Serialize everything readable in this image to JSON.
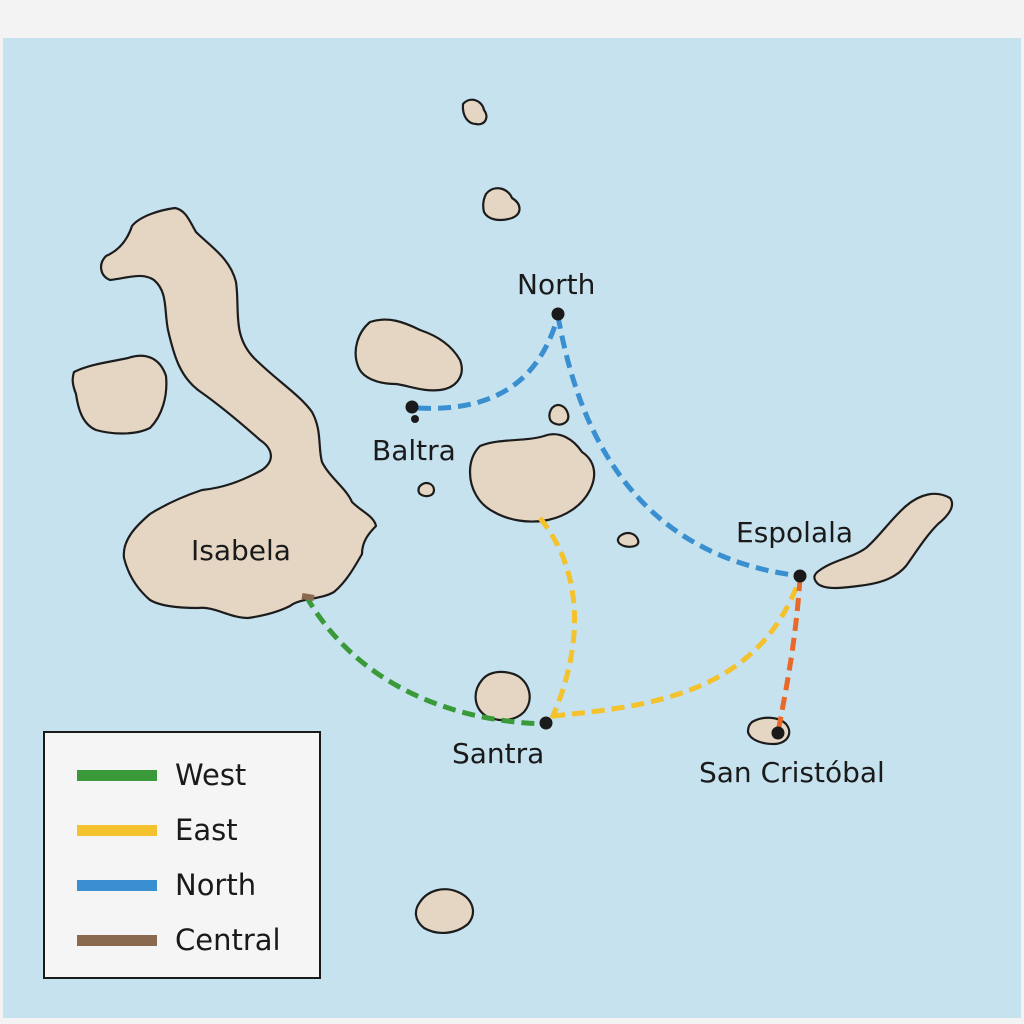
{
  "colors": {
    "water": "#c6e2ef",
    "land": "#e5d6c4",
    "west": "#3a9a3a",
    "east": "#f3c22c",
    "north": "#3a8fd0",
    "central": "#8a6a4e",
    "connector": "#e8692a"
  },
  "places": {
    "north": "North",
    "baltra": "Baltra",
    "isabela": "Isabela",
    "espolala": "Espolala",
    "santra": "Santra",
    "san_cristobal": "San Cristóbal"
  },
  "legend": [
    {
      "label": "West",
      "color": "#3a9a3a"
    },
    {
      "label": "East",
      "color": "#f3c22c"
    },
    {
      "label": "North",
      "color": "#3a8fd0"
    },
    {
      "label": "Central",
      "color": "#8a6a4e"
    }
  ]
}
